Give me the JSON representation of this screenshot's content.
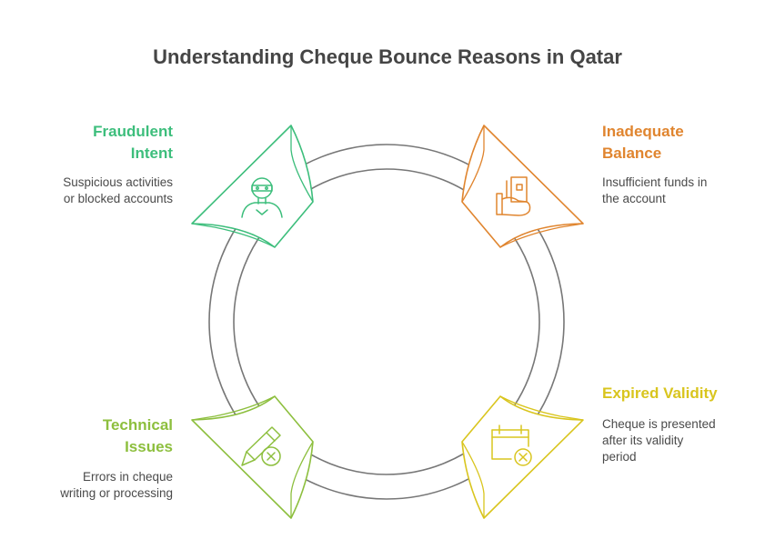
{
  "title": "Understanding Cheque Bounce Reasons in Qatar",
  "colors": {
    "fraud": "#3DBE7C",
    "balance": "#E0852F",
    "expired": "#D9C51E",
    "technical": "#8DBF3E",
    "ring": "#777777",
    "text": "#4A4A4A"
  },
  "items": [
    {
      "key": "fraud",
      "title_line1": "Fraudulent",
      "title_line2": "Intent",
      "desc_line1": "Suspicious activities",
      "desc_line2": "or blocked accounts",
      "desc_line3": "",
      "icon": "masked-thief-icon"
    },
    {
      "key": "balance",
      "title_line1": "Inadequate",
      "title_line2": "Balance",
      "desc_line1": "Insufficient funds in",
      "desc_line2": "the account",
      "desc_line3": "",
      "icon": "hand-with-money-icon"
    },
    {
      "key": "expired",
      "title_line1": "Expired Validity",
      "title_line2": "",
      "desc_line1": "Cheque is presented",
      "desc_line2": "after its validity",
      "desc_line3": "period",
      "icon": "calendar-cancel-icon"
    },
    {
      "key": "technical",
      "title_line1": "Technical",
      "title_line2": "Issues",
      "desc_line1": "Errors in cheque",
      "desc_line2": "writing or processing",
      "desc_line3": "",
      "icon": "pencil-error-icon"
    }
  ]
}
